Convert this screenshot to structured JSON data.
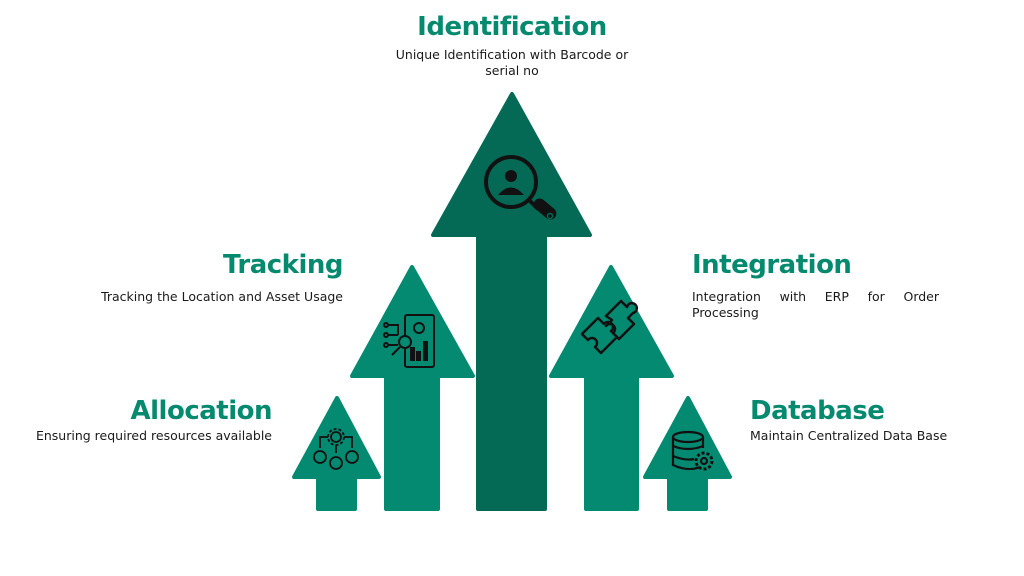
{
  "colors": {
    "accent": "#058a6f",
    "arrow_side": "#048a70",
    "arrow_center": "#046a55",
    "icon": "#111111"
  },
  "items": {
    "identification": {
      "title": "Identification",
      "desc": "Unique Identification with Barcode or serial no",
      "icon": "user-search-icon"
    },
    "tracking": {
      "title": "Tracking",
      "desc": "Tracking the Location and Asset Usage",
      "icon": "mobile-analytics-icon"
    },
    "integration": {
      "title": "Integration",
      "desc": "Integration with ERP for Order Processing",
      "icon": "puzzle-icon"
    },
    "allocation": {
      "title": "Allocation",
      "desc": "Ensuring required resources available",
      "icon": "resource-allocation-icon"
    },
    "database": {
      "title": "Database",
      "desc": "Maintain Centralized Data Base",
      "icon": "database-gear-icon"
    }
  }
}
